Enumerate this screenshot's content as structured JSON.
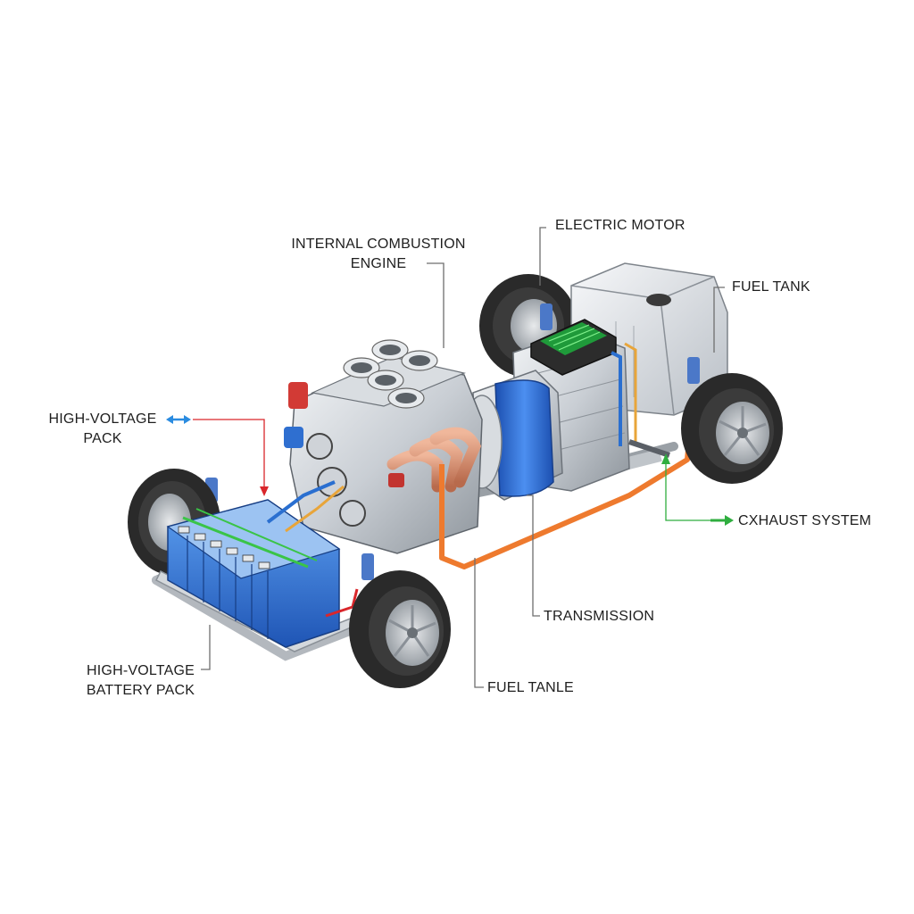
{
  "labels": {
    "internal_combustion_engine": {
      "line1": "INTERNAL COMBUSTION",
      "line2": "ENGINE"
    },
    "electric_motor": "ELECTRIC MOTOR",
    "fuel_tank": "FUEL TANK",
    "high_voltage_pack": {
      "line1": "HIGH-VOLTAGE",
      "line2": "PACK"
    },
    "exhaust_system": "CXHAUST SYSTEM",
    "transmission": "TRANSMISSION",
    "fuel_tank_lower": "FUEL TANLE",
    "high_voltage_battery_pack": {
      "line1": "HIGH-VOLTAGE",
      "line2": "BATTERY PACK"
    }
  },
  "colors": {
    "leader_gray": "#6e6e6e",
    "leader_red": "#d9262b",
    "leader_green": "#2fae3f",
    "arrow_blue": "#2a8be0",
    "battery_blue": "#2f6fd0",
    "orange_pipe": "#ee7a2e",
    "copper": "#d58a6a",
    "motor_blue": "#2e6fd8",
    "screen_green": "#3ac447",
    "metal": "#c8cdd3",
    "tire": "#2a2a2a"
  },
  "icons": [
    "double-arrow-icon",
    "right-arrow-icon"
  ]
}
